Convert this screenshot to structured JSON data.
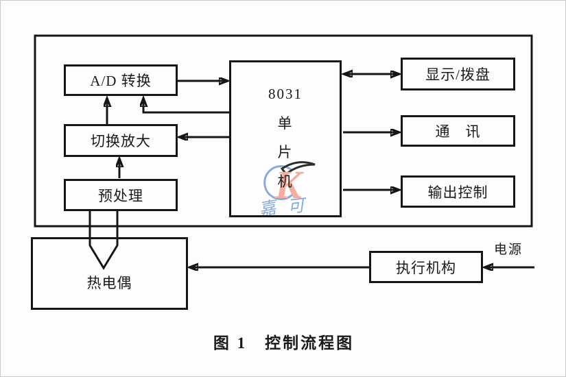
{
  "figure": {
    "caption": "图 1　控制流程图"
  },
  "nodes": {
    "ad_converter": {
      "label": "A/D 转换"
    },
    "switch_amplifier": {
      "label": "切换放大"
    },
    "preprocess": {
      "label": "预处理"
    },
    "mcu": {
      "lines": [
        "8031",
        "单",
        "片",
        "机"
      ]
    },
    "display_dial": {
      "label": "显示/拨盘"
    },
    "communication": {
      "label": "通　讯"
    },
    "output_control": {
      "label": "输出控制"
    },
    "thermocouple": {
      "label": "热电偶"
    },
    "actuator": {
      "label": "执行机构"
    },
    "power": {
      "label": "电源"
    }
  },
  "watermark": {
    "k_letter": "K",
    "script_left": "嘉",
    "script_right": "可",
    "blue": "#7ba3d8",
    "salmon": "#f4a696"
  },
  "colors": {
    "line": "#161616",
    "border_frame": "#c9c9c9"
  }
}
